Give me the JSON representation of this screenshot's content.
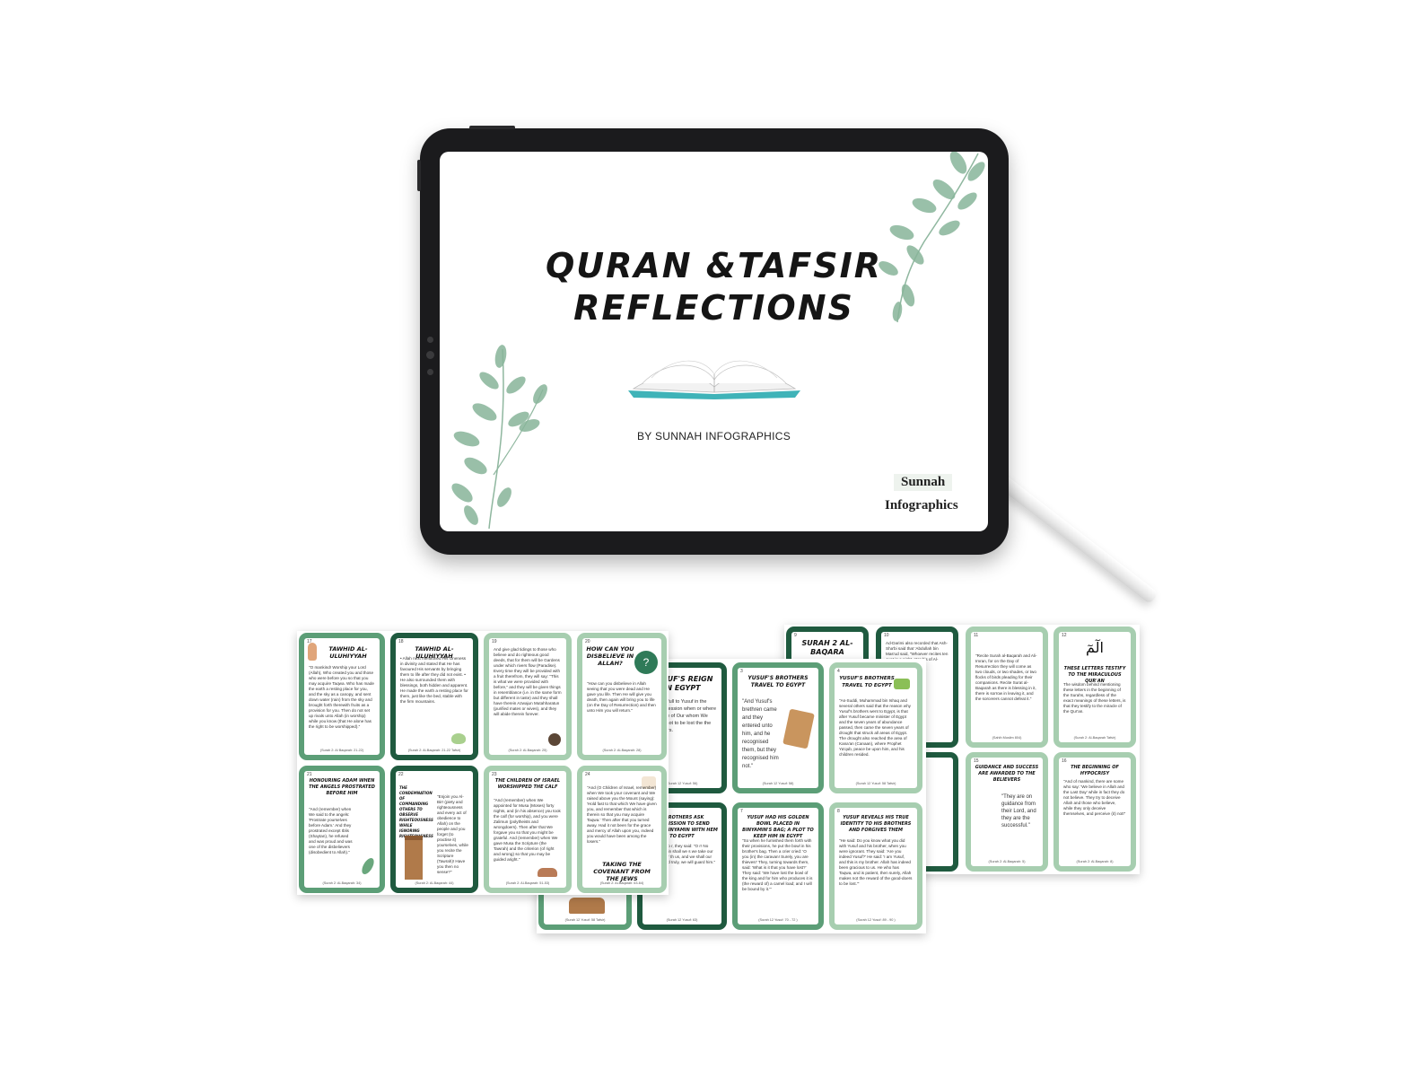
{
  "tablet": {
    "title_line1": "QURAN &TAFSIR",
    "title_line2": "REFLECTIONS",
    "byline": "BY SUNNAH INFOGRAPHICS",
    "brand_line1": "Sunnah",
    "brand_line2": "Infographics"
  },
  "colors": {
    "green_dark": "#1f5a3f",
    "green": "#2f7a58",
    "green_light": "#a7ceb0",
    "book_teal": "#3fb3b8"
  },
  "sheet_a": {
    "cards": [
      {
        "num": "17",
        "heading": "TAWHID AL-ULUHIYYAH",
        "body": "\"O mankind! Worship your Lord (Allah), Who created you and those who were before you so that you may acquire Taqwa. Who has made the earth a resting place for you, and the sky as a canopy, and sent down water (rain) from the sky and brought forth therewith fruits as a provision for you. Then do not set up rivals unto Allah (in worship) while you know (that He alone has the right to be worshipped).\"",
        "ref": "(Surah 2: Al Baqarah: 21-22)"
      },
      {
        "num": "18",
        "heading": "TAWHID AL-ULUHIYYAH",
        "body": "• Allah next mentioned His Oneness in divinity and stated that He has favoured His servants by bringing them to life after they did not exist. • He also surrounded them with blessings, both hidden and apparent. He made the earth a resting place for them, just like the bed, stable with the firm mountains.",
        "ref": "(Surah 2: Al-Baqarah: 21-22 Tafsir)"
      },
      {
        "num": "19",
        "heading": "",
        "body": "And give glad tidings to those who believe and do righteous good deeds, that for them will be Gardens under which rivers flow (Paradise). Every time they will be provided with a fruit therefrom, they will say: \"This is what we were provided with before,\" and they will be given things in resemblance (i.e. in the same form but different in taste) and they shall have therein Azwajun Mutahharatun (purified mates or wives), and they will abide therein forever.",
        "ref": "(Surah 2: Al-Baqarah: 25)"
      },
      {
        "num": "20",
        "heading": "HOW CAN YOU DISBELIEVE IN ALLAH?",
        "body": "\"How can you disbelieve in Allah seeing that you were dead and He gave you life. Then He will give you death, then again will bring you to life (on the Day of Resurrection) and then unto Him you will return.\"",
        "ref": "(Surah 2: Al-Baqarah: 28)"
      },
      {
        "num": "21",
        "heading": "HONOURING ADAM WHEN THE ANGELS PROSTRATED BEFORE HIM",
        "body": "\"And (remember) when We said to the angels: 'Prostrate yourselves before Adam.' And they prostrated except Iblis (Shaytan), he refused and was proud and was one of the disbelievers (disobedient to Allah).\"",
        "ref": "(Surah 2: Al-Baqarah: 34)"
      },
      {
        "num": "22",
        "heading": "THE CONDEMNATION OF COMMANDING OTHERS TO OBSERVE RIGHTEOUSNESS WHILE IGNORING RIGHTEOUSNESS",
        "body": "\"Enjoin you Al-Birr (piety and righteousness and every act of obedience to Allah) on the people and you forget (to practise it) yourselves, while you recite the Scripture (Tawrah)! Have you then no sense?\"",
        "ref": "(Surah 2: Al-Baqarah: 44)"
      },
      {
        "num": "23",
        "heading": "THE CHILDREN OF ISRAEL WORSHIPPED THE CALF",
        "body": "\"And (remember) when We appointed for Musa (Moses) forty nights, and (in his absence) you took the calf (for worship), and you were Zalimun (polytheists and wrongdoers). Then after that We forgave you so that you might be grateful. And (remember) when We gave Musa the Scripture (the Tawrah) and the criterion (of right and wrong) so that you may be guided aright.\"",
        "ref": "(Surah 2: Al-Baqarah: 51-53)"
      },
      {
        "num": "24",
        "heading": "TAKING THE COVENANT FROM THE JEWS",
        "body": "\"And (O Children of Israel, remember) when We took your covenant and We raised above you the Mount (saying): 'Hold fast to that which We have given you, and remember that which is therein so that you may acquire Taqwa.' Then after that you turned away. Had it not been for the grace and mercy of Allah upon you, indeed you would have been among the losers.\"",
        "ref": "(Surah 2: Al-Baqarah: 63-64)"
      }
    ]
  },
  "sheet_b": {
    "cards": [
      {
        "num": "",
        "heading": "YUSUF'S REIGN IN EGYPT",
        "body": "We gave full to Yusuf in the take possession when or where he bestow of Our whom We will, and not to be lost the the good doers.",
        "ref": "(Surah 12 Yusuf: 56)"
      },
      {
        "num": "3",
        "heading": "YUSUF'S BROTHERS TRAVEL TO EGYPT",
        "body": "\"And Yusuf's brethren came and they entered unto him, and he recognised them, but they recognised him not.\"",
        "ref": "(Surah 12 Yusuf: 58)"
      },
      {
        "num": "4",
        "heading": "YUSUF'S BROTHERS TRAVEL TO EGYPT",
        "body": "\"As-Suddi, Muhammad bin Ishaq and several others said that the reason why Yusuf's brothers went to Egypt, is that after Yusuf became minister of Egypt and the seven years of abundance passed, then came the seven years of drought that struck all areas of Egypt. The drought also reached the area of Kana'an (Canaan), where Prophet Ya'qub, peace be upon him, and his children resided.",
        "ref": "(Surah 12 Yusuf: 58 Tafsir)"
      },
      {
        "num": "",
        "heading": "",
        "body": "",
        "ref": "(Surah 12 Yusuf: 58 Tafsir)"
      },
      {
        "num": "",
        "heading": "S BROTHERS ASK PERMISSION TO SEND OTHER BINYAMIN WITH HEM TO EGYPT",
        "body": "y returned to r, they said: \"O r! No more of grain shall we s we take our So send our th us, and we shall our treasure and truly, we will guard him.\"",
        "ref": "(Surah 12 Yusuf: 63)"
      },
      {
        "num": "7",
        "heading": "YUSUF HAD HIS GOLDEN BOWL PLACED IN BINYAMIN'S BAG; A PLOT TO KEEP HIM IN EGYPT",
        "body": "\"So when he furnished them forth with their provisions, he put the bowl in his brother's bag. Then a crier cried: 'O you (in) the caravan! Surely, you are thieves!' They, turning towards them, said: 'What is it that you have lost?' They said: 'We have lost the bowl of the king and for him who produces it is (the reward of) a camel load; and I will be bound by it.'\"",
        "ref": "(Surah 12 Yusuf: 70 - 72 )"
      },
      {
        "num": "8",
        "heading": "YUSUF REVEALS HIS TRUE IDENTITY TO HIS BROTHERS AND FORGIVES THEM",
        "body": "\"He said: Do you know what you did with Yusuf and his brother, when you were ignorant. They said: 'Are you indeed Yusuf?' He said: 'I am Yusuf, and this is my brother. Allah has indeed been gracious to us. He who has Taqwa, and is patient, then surely, Allah makes not the reward of the good-doers to be lost.'\"",
        "ref": "(Surah 12 Yusuf: 89 - 90 )"
      }
    ]
  },
  "sheet_c": {
    "cards": [
      {
        "num": "9",
        "heading": "SURAH 2 AL-BAQARA",
        "body": "",
        "ref": ""
      },
      {
        "num": "10",
        "heading": "",
        "body": "Ad-Darimi also recorded that Ash-Sha'bi said that 'Abdullah bin Mas'ud said, \"Whoever recites ten Ayat in a night, nter his of Al-Baqarah ee Ayat .\"",
        "ref": "(Tafsir)"
      },
      {
        "num": "11",
        "heading": "",
        "body": "\"Recite Surah al-Baqarah and Ali-Imran, for on the Day of Resurrection they will come as two clouds, or two shades, or two flocks of birds pleading for their companions. Recite Surat al-Baqarah as there is blessing in it, there is sorrow in leaving it, and the sorcerers cannot defeat it.\"",
        "ref": "(Sahih Muslim 804)"
      },
      {
        "num": "12",
        "heading": "THESE LETTERS TESTIFY TO THE MIRACULOUS QUR'AN",
        "body": "The wisdom behind mentioning these letters in the beginning of the Surahs, regardless of the exact meanings of these letters, is that they testify to the miracle of the Qur'an.",
        "ref": "(Surah 2: Al-Baqarah Tafsir)"
      },
      {
        "num": "15",
        "heading": "GUIDANCE AND SUCCESS ARE AWARDED TO THE BELIEVERS",
        "body": "\"They are on guidance from their Lord, and they are the successful.\"",
        "ref": "(Surah 2: Al-Baqarah: 5)"
      },
      {
        "num": "16",
        "heading": "THE BEGINNING OF HYPOCRISY",
        "body": "\"And of mankind, there are some who say: 'We believe in Allah and the Last Day' while in fact they do not believe. They try to deceive Allah and those who believe, while they only deceive themselves, and perceive (it) not!\"",
        "ref": "(Surah 2: Al-Baqarah: 8)"
      }
    ],
    "arabic_letters": "الٓمٓ"
  }
}
